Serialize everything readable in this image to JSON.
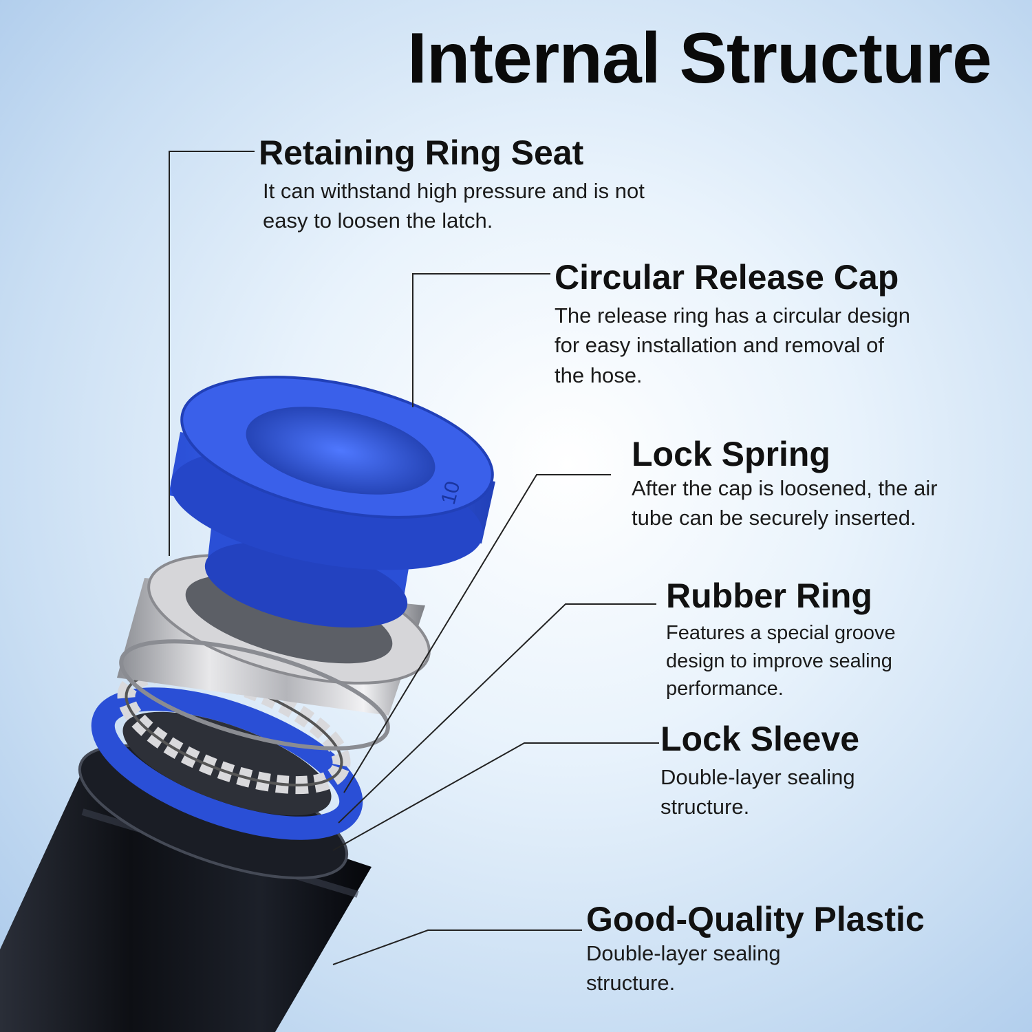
{
  "title": "Internal Structure",
  "cap_marking": "10",
  "callouts": [
    {
      "id": "retaining",
      "title": "Retaining Ring Seat",
      "desc": "It can withstand high pressure and is not easy to loosen the latch."
    },
    {
      "id": "cap",
      "title": "Circular Release Cap",
      "desc": "The release ring has a circular design for easy installation and removal of the hose."
    },
    {
      "id": "spring",
      "title": "Lock Spring",
      "desc": "After the cap is loosened, the air tube can be securely inserted."
    },
    {
      "id": "rubber",
      "title": "Rubber Ring",
      "desc": "Features a special groove design to improve sealing performance."
    },
    {
      "id": "sleeve",
      "title": "Lock Sleeve",
      "desc": "Double-layer sealing structure."
    },
    {
      "id": "plastic",
      "title": "Good-Quality Plastic",
      "desc": "Double-layer sealing structure."
    }
  ],
  "colors": {
    "cap_blue": "#2a4fd6",
    "body_black": "#14161c",
    "metal": "#c9c9cc",
    "leader_line": "#222222"
  }
}
